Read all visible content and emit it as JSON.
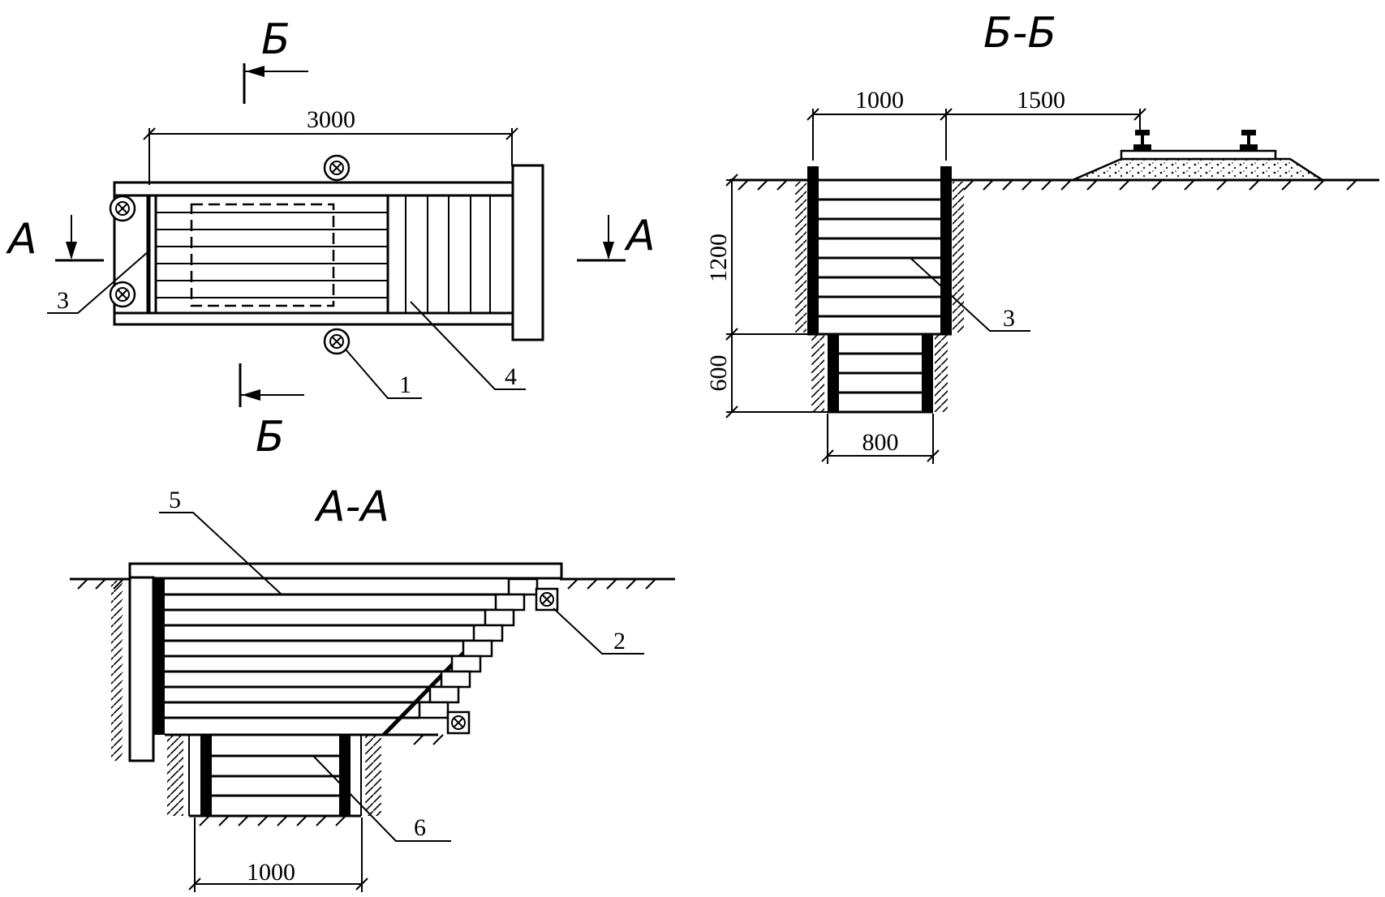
{
  "titles": {
    "section_bb": "Б-Б",
    "section_aa": "А-А",
    "cut_b": "Б",
    "cut_a": "А"
  },
  "dimensions": {
    "plan_length": "3000",
    "bb_top_width": "1000",
    "bb_offset": "1500",
    "bb_upper_depth": "1200",
    "bb_lower_depth": "600",
    "bb_bottom_width": "800",
    "aa_bottom_width": "1000"
  },
  "callouts": {
    "c1": "1",
    "c2": "2",
    "c3": "3",
    "c4": "4",
    "c5": "5",
    "c6": "6"
  }
}
